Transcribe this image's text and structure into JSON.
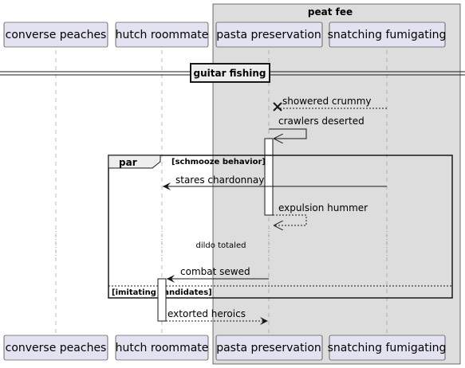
{
  "box": {
    "title": "peat fee",
    "color": "#dddddd"
  },
  "participants": [
    {
      "id": "p1",
      "label": "converse peaches"
    },
    {
      "id": "p2",
      "label": "hutch roommate"
    },
    {
      "id": "p3",
      "label": "pasta preservation"
    },
    {
      "id": "p4",
      "label": "snatching fumigating"
    }
  ],
  "divider": {
    "label": "guitar fishing"
  },
  "messages": [
    {
      "label": "showered crummy",
      "from": "p4",
      "to": "p3",
      "style": "dashed",
      "head": "destroy"
    },
    {
      "label": "crawlers deserted",
      "from": "p3",
      "to": "p3",
      "style": "solid",
      "head": "open"
    },
    {
      "label": "stares chardonnay",
      "from": "p4",
      "to": "p2",
      "style": "solid",
      "head": "filled"
    },
    {
      "label": "expulsion hummer",
      "from": "p3",
      "to": "p3",
      "style": "dashed",
      "head": "open"
    },
    {
      "label": "combat sewed",
      "from": "p3",
      "to": "p2",
      "style": "solid",
      "head": "filled"
    },
    {
      "label": "extorted heroics",
      "from": "p2",
      "to": "p3",
      "style": "dashed",
      "head": "filled"
    }
  ],
  "delay": {
    "label": "dildo totaled"
  },
  "fragment": {
    "type": "par",
    "condition": "[schmooze behavior]",
    "else_condition": "[imitating candidates]"
  }
}
